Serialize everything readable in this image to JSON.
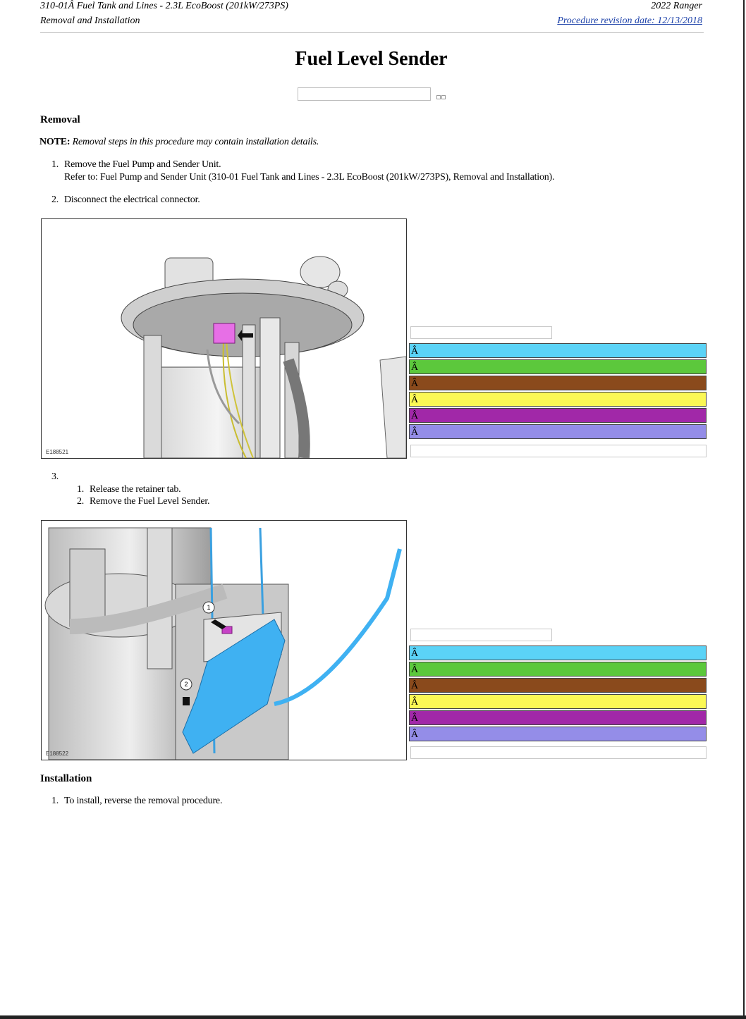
{
  "header": {
    "doc_title": "310-01Â Fuel Tank and Lines - 2.3L EcoBoost (201kW/273PS)",
    "doc_type": "Removal and Installation",
    "vehicle": "2022 Ranger",
    "revision": "Procedure revision date: 12/13/2018"
  },
  "title": "Fuel Level Sender",
  "removal": {
    "heading": "Removal",
    "note_label": "NOTE:",
    "note_text": " Removal steps in this procedure may contain installation details.",
    "step1_num": "1.",
    "step1_text": "Remove the Fuel Pump and Sender Unit.",
    "step1_ref": "Refer to: Fuel Pump and Sender Unit (310-01 Fuel Tank and Lines - 2.3L EcoBoost (201kW/273PS), Removal and Installation).",
    "step2_num": "2.",
    "step2_text": "Disconnect the electrical connector.",
    "step3_num": "3.",
    "step3_sub1_num": "1.",
    "step3_sub1_text": "Release the retainer tab.",
    "step3_sub2_num": "2.",
    "step3_sub2_text": "Remove the Fuel Level Sender."
  },
  "figures": {
    "fig1_id": "E188521",
    "fig2_id": "E188522",
    "callout1": "1",
    "callout2": "2"
  },
  "legend": {
    "glyph": "Â",
    "colors": [
      "#5bd3f7",
      "#5cc83c",
      "#8a4a1c",
      "#fbf855",
      "#a128a8",
      "#948de8"
    ]
  },
  "installation": {
    "heading": "Installation",
    "step1_num": "1.",
    "step1_text": "To install, reverse the removal procedure."
  }
}
